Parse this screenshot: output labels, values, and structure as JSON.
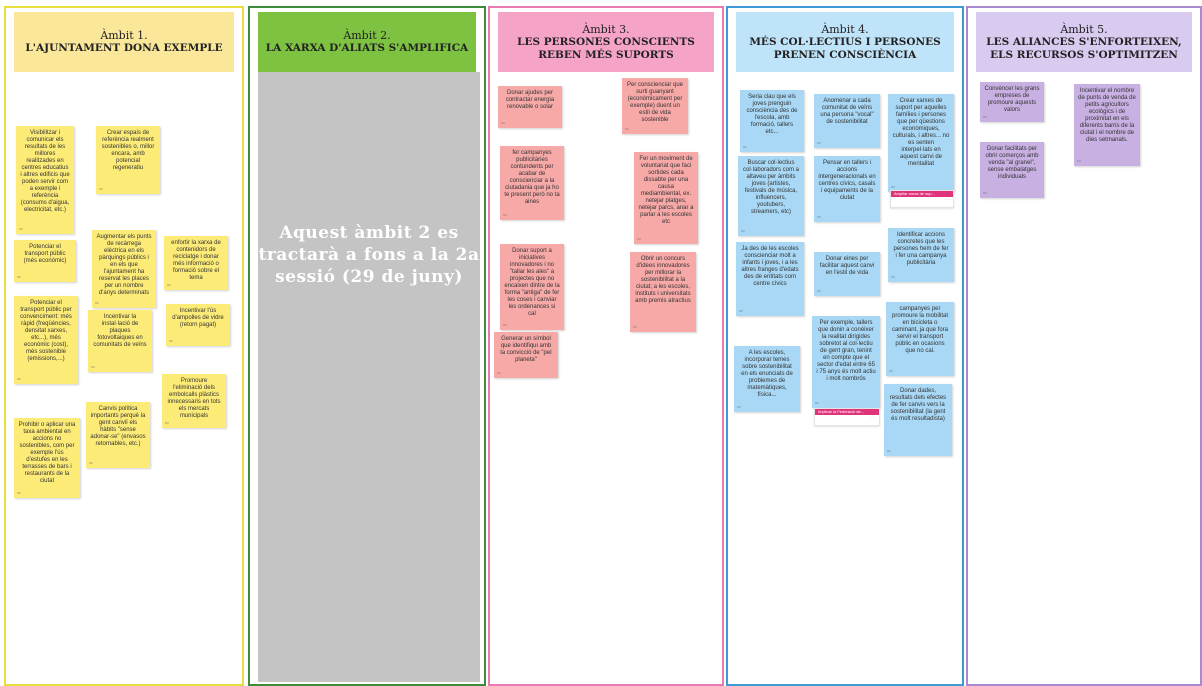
{
  "columns": [
    {
      "title": "Àmbit 1.",
      "subtitle": "L'AJUNTAMENT DONA EXEMPLE",
      "border": "#e8df3e",
      "header_bg": "#fbe79a"
    },
    {
      "title": "Àmbit 2.",
      "subtitle": "LA XARXA D'ALIATS S'AMPLIFICA",
      "border": "#3c8c3c",
      "header_bg": "#7ec242",
      "body_text": "Aquest àmbit 2 es tractarà a fons a la 2a sessió (29 de juny)",
      "body_bg": "#c4c4c4"
    },
    {
      "title": "Àmbit 3.",
      "subtitle": "LES PERSONES CONSCIENTS REBEN MÉS SUPORTS",
      "border": "#e87ab0",
      "header_bg": "#f6a3c8"
    },
    {
      "title": "Àmbit 4.",
      "subtitle": "MÉS COL·LECTIUS I PERSONES PRENEN CONSCIÈNCIA",
      "border": "#3d9ad6",
      "header_bg": "#bfe3f8"
    },
    {
      "title": "Àmbit 5.",
      "subtitle": "LES ALIANCES S'ENFORTEIXEN, ELS RECURSOS S'OPTIMITZEN",
      "border": "#a98ad0",
      "header_bg": "#d9caef"
    }
  ],
  "notes1": [
    "Visibilitzar i comunicar els resultats de les millores realitzades en centres educatius i altres edificis que poden servir com a exemple i referència (consums d'aigua, electricitat, etc.)",
    "Crear espais de referència realment sostenibles o, millor encara, amb potencial regeneratiu",
    "Potenciar el transport públic (més econòmic)",
    "Augmentar els punts de recàrrega elèctrica en els pàrquings públics i en els que l'ajuntament ha reservat les places per un nombre d'anys determinats",
    "enfortir la xarxa de contenidors de reciclatge i donar més informació o formació sobre el tema",
    "Potenciar el transport públic per convenciment: més ràpid (freqüències, densitat xarxes, etc...), més econòmic (cost), més sostenible (emissions,...)",
    "Incentivar la instal·lació de plaques fotovoltaiques en comunitats de veïns",
    "Incentivar l'ús d'ampolles de vidre (retorn pagat)",
    "Promoure l'eliminació dels embolcalls plàstics innecessaris en tots els mercats municipals",
    "Canvis política importants perquè la gent canviï els hàbits \"sense adonar-se\" (envasos retornables, etc.)",
    "Prohibir o aplicar una taxa ambiental en accions no sostenibles, com per exemple l'ús d'estufes en les terrasses de bars i restaurants de la ciutat"
  ],
  "notes3": [
    "Donar ajudes per contractar energia renovable o solar",
    "Per conscienciar que surti guanyant (econòmicament per exemple) duent un estil de vida sostenible",
    "fer campanyes publicitàries contundents per acabar de conscienciar a la ciutadania que ja ho te present però no ta aines",
    "Fer un moviment de voluntariat que faci sortides cada dissabte per una causa mediambiental, ex. netejar platges, netejar parcs, anar a parlar a les escoles etc",
    "Donar suport a iniciatives innovadores i no \"tallar les ales\" a projectes que no encaixen dintre de la forma \"antiga\" de fer les coses i canviar les ordenances si cal",
    "Obrir un concurs d'idees innovadores per millorar la sostenibilitat a la ciutat; a les escoles, instituts i universitats amb premis atractius",
    "Generar un símbol que identifiqui amb la convicció de \"pel planeta\""
  ],
  "notes4": [
    "Seria clau que els joves prenguin consciència des de l'escola, amb formació, tallers etc...",
    "Anomenar a cada comunitat de veïns una persona \"vocal\" de sostenibilitat",
    "Crear xarxes de suport per aquelles famílies i persones que per qüestions econòmiques, culturals, i altres... no es senten interpel·lats en aquest canvi de mentalitat",
    "Buscar col·lectius col·laboradors com a altaveu per àmbits joves (artistes, festivals de música, influencers, youtubers, streamers, etc)",
    "Pensar en tallers i accions intergeneracionals en centres cívics, casals i equipaments de la ciutat",
    "Identificar accions concretes que les persones hem de fer i fer una campanya publicitària",
    "Ja des de les escoles conscienciar molt a infants i joves, i a les altres franges d'edats des de entitats com centre cívics",
    "Donar eines per facilitar aquest canvi en l'estil de vida",
    "campanyes per promoure la mobilitat en bicicleta o caminant, ja que fora servir el transport públic en ocasions que no cal.",
    "Per exemple, tallers que donin a conèixer la realitat dirigides sobretot al col·lectiu de gent gran, tenint en compte que el sector d'edat entre 65 i 75 anys és molt actiu i molt nombrós",
    "A les escoles, incorporar temes sobre sostenibilitat en els enunciats de problemes de matemàtiques, física...",
    "Donar dades, resultats dels efectes de fer canvis vers la sostenibilitat (la gent és molt resultadista)"
  ],
  "cards4": [
    "Ampliar xarxa de sup...",
    "Implicar la Federació de..."
  ],
  "notes5": [
    "Convèncer les grans empreses de promoure aquests valors",
    "Incentivar el nombre de punts de venda de petits agricultors ecològics i de proximitat en els diferents barris de la ciutat i el nombre de dies setmanals.",
    "Donar facilitats per obrir comerços amb venda \"al granel\", sense embalatges individuals"
  ]
}
